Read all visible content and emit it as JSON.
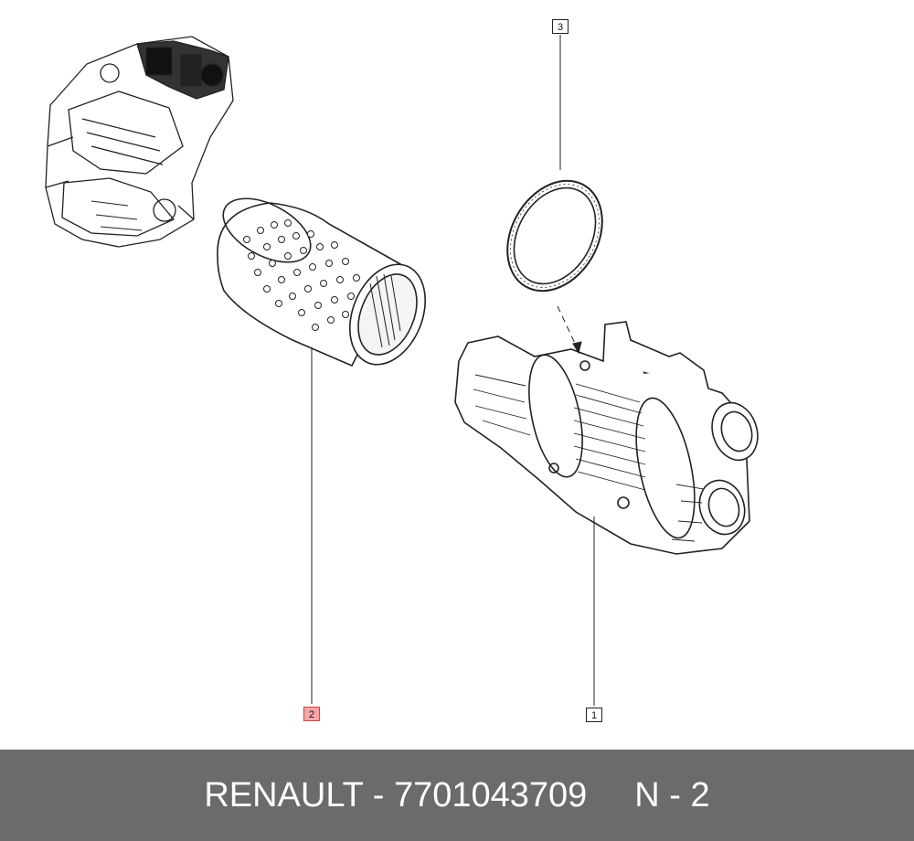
{
  "callouts": {
    "c1": "1",
    "c2": "2",
    "c3": "3"
  },
  "footer": {
    "part_label": "RENAULT - 7701043709",
    "page_label": "N - 2"
  },
  "colors": {
    "footer_bg": "#6b6b6b",
    "highlight": "#f4a6aa",
    "line": "#222222"
  }
}
